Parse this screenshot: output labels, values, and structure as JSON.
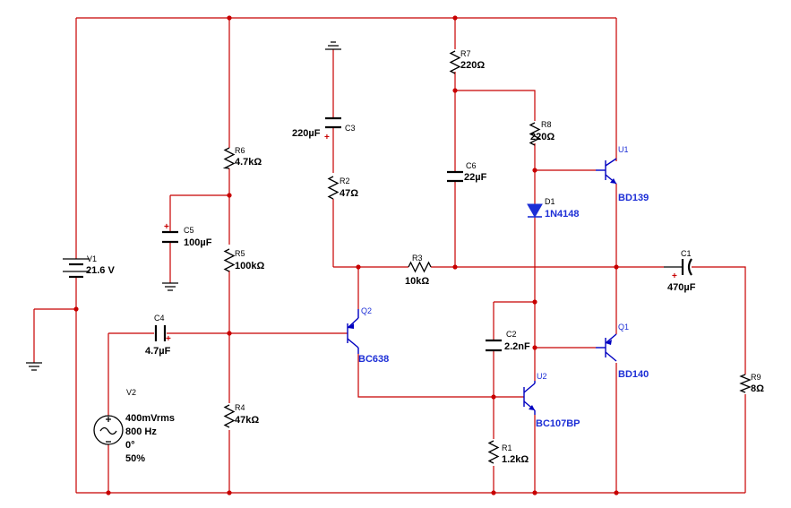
{
  "components": {
    "V1": {
      "ref": "V1",
      "value": "21.6 V"
    },
    "V2": {
      "ref": "V2",
      "lines": [
        "400mVrms",
        "800 Hz",
        "0°",
        "50%"
      ]
    },
    "C1": {
      "ref": "C1",
      "value": "470µF"
    },
    "C2": {
      "ref": "C2",
      "value": "2.2nF"
    },
    "C3": {
      "ref": "C3",
      "value": "220µF"
    },
    "C4": {
      "ref": "C4",
      "value": "4.7µF"
    },
    "C5": {
      "ref": "C5",
      "value": "100µF"
    },
    "C6": {
      "ref": "C6",
      "value": "22µF"
    },
    "R1": {
      "ref": "R1",
      "value": "1.2kΩ"
    },
    "R2": {
      "ref": "R2",
      "value": "47Ω"
    },
    "R3": {
      "ref": "R3",
      "value": "10kΩ"
    },
    "R4": {
      "ref": "R4",
      "value": "47kΩ"
    },
    "R5": {
      "ref": "R5",
      "value": "100kΩ"
    },
    "R6": {
      "ref": "R6",
      "value": "4.7kΩ"
    },
    "R7": {
      "ref": "R7",
      "value": "220Ω"
    },
    "R8": {
      "ref": "R8",
      "value": "220Ω"
    },
    "R9": {
      "ref": "R9",
      "value": "8Ω"
    },
    "D1": {
      "ref": "D1",
      "value": "1N4148"
    },
    "Q1": {
      "ref": "Q1",
      "value": "BD140"
    },
    "Q2": {
      "ref": "Q2",
      "value": "BC638"
    },
    "U1": {
      "ref": "U1",
      "value": "BD139"
    },
    "U2": {
      "ref": "U2",
      "value": "BC107BP"
    }
  },
  "polarity_mark": "+",
  "colors": {
    "wire": "#c80000",
    "component": "#000000",
    "transistor": "#0000c0",
    "label_blue": "#1c2ed6"
  }
}
